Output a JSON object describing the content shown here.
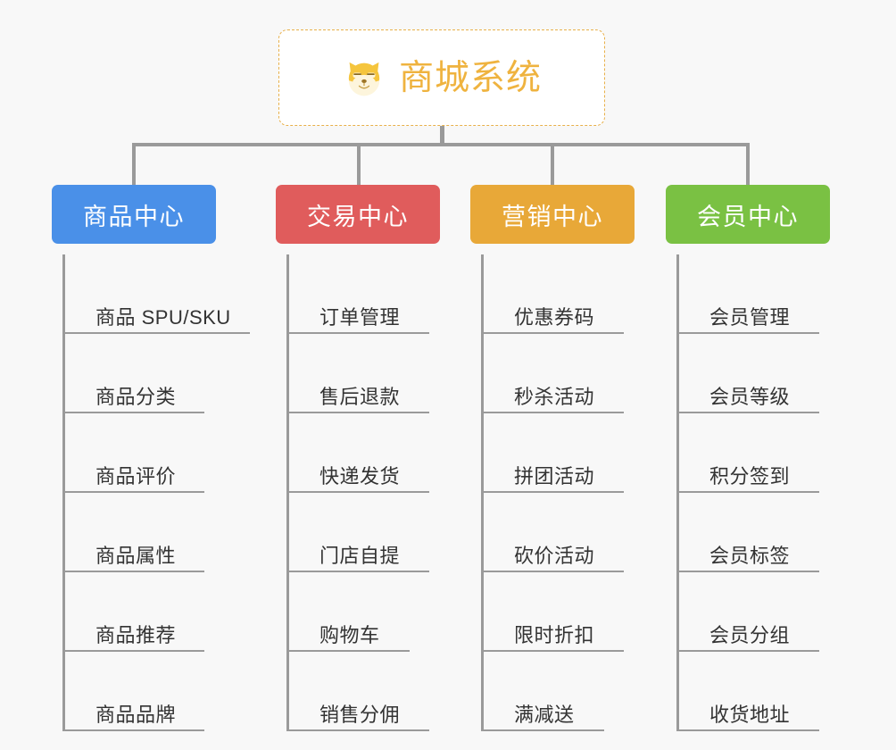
{
  "diagram": {
    "title": "商城系统",
    "root_icon": "shiba-dog-icon",
    "background_color": "#f8f8f8",
    "root": {
      "label": "商城系统",
      "text_color": "#efb33f",
      "border_color": "#e8b04a",
      "background_color": "#ffffff"
    },
    "connector_color": "#9a9a9a",
    "columns": [
      {
        "header": "商品中心",
        "color": "#4a90e8",
        "items": [
          "商品 SPU/SKU",
          "商品分类",
          "商品评价",
          "商品属性",
          "商品推荐",
          "商品品牌"
        ]
      },
      {
        "header": "交易中心",
        "color": "#e05c5c",
        "items": [
          "订单管理",
          "售后退款",
          "快递发货",
          "门店自提",
          "购物车",
          "销售分佣"
        ]
      },
      {
        "header": "营销中心",
        "color": "#e8a838",
        "items": [
          "优惠券码",
          "秒杀活动",
          "拼团活动",
          "砍价活动",
          "限时折扣",
          "满减送"
        ]
      },
      {
        "header": "会员中心",
        "color": "#7ac143",
        "items": [
          "会员管理",
          "会员等级",
          "积分签到",
          "会员标签",
          "会员分组",
          "收货地址"
        ]
      }
    ]
  }
}
